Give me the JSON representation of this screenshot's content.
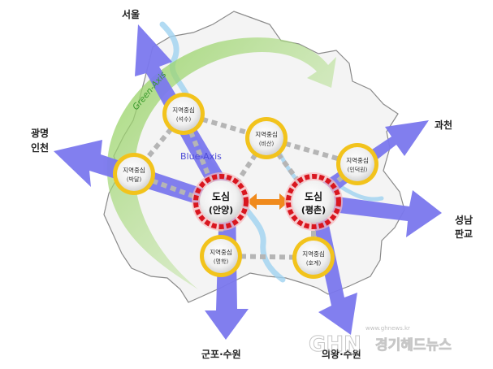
{
  "diagram": {
    "axis_labels": {
      "green": "Green-Axis",
      "blue": "Blue-Axis"
    },
    "regional_centers": [
      {
        "id": "seoksu",
        "title": "지역중심",
        "sub": "(석수)"
      },
      {
        "id": "bisan",
        "title": "지역중심",
        "sub": "(비산)"
      },
      {
        "id": "bakdal",
        "title": "지역중심",
        "sub": "(박달)"
      },
      {
        "id": "indeogwon",
        "title": "지역중심",
        "sub": "(인덕원)"
      },
      {
        "id": "myeonghak",
        "title": "지역중심",
        "sub": "(명학)"
      },
      {
        "id": "hogye",
        "title": "지역중심",
        "sub": "(호계)"
      }
    ],
    "downtowns": [
      {
        "id": "anyang",
        "title": "도심",
        "sub": "(안양)"
      },
      {
        "id": "pyeongchon",
        "title": "도심",
        "sub": "(평촌)"
      }
    ],
    "destinations": {
      "seoul": "서울",
      "gwangmyeong": "광명",
      "incheon": "인천",
      "gwacheon": "과천",
      "seongnam": "성남",
      "pangyo": "판교",
      "gunpo_suwon": "군포·수원",
      "uiwang_suwon": "의왕·수원"
    },
    "watermark": {
      "logo": "GHN",
      "name": "경기헤드뉴스",
      "url": "www.ghnews.kr"
    },
    "colors": {
      "blue_arrow": "#7b78ee",
      "green_axis": "#a8d878",
      "river": "#9fd2f0",
      "downtown_ring": "#d9161f",
      "center_ring": "#f2c31c",
      "dashed_link": "#b5b5b5",
      "connector": "#f08a1c"
    }
  }
}
